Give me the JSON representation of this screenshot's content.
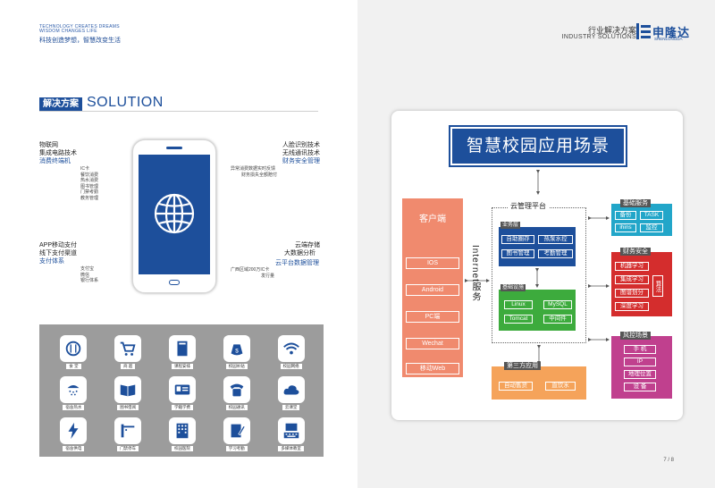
{
  "left_page": {
    "tagline_en_1": "TECHNOLOGY CREATES DREAMS",
    "tagline_en_2": "WISDOM CHANGES LIFE",
    "tagline_cn": "科技创造梦想，智慧改变生活",
    "section_tag": "解决方案",
    "section_word": "SOLUTION",
    "features": {
      "top_left": {
        "lines": [
          "物联网",
          "集成电路技术"
        ],
        "highlight": "消费终端机",
        "subs": [
          "IC卡",
          "餐饮消费",
          "热水消费",
          "图书管理",
          "门禁考勤",
          "教务管理"
        ]
      },
      "bottom_left": {
        "lines": [
          "APP移动支付",
          "线下支付渠道"
        ],
        "highlight": "支付体系",
        "subs": [
          "支付宝",
          "微信",
          "银行体系"
        ]
      },
      "top_right": {
        "lines": [
          "人脸识别技术",
          "无线通讯技术"
        ],
        "highlight": "财务安全管理",
        "subs": [
          "异常消费数据实时反馈",
          "财务损失全额赔付"
        ]
      },
      "bottom_right": {
        "lines": [
          "云端存储",
          "大数据分析"
        ],
        "highlight": "云平台数据管理",
        "subs": [
          "广西区域200万IC卡",
          "发行量"
        ]
      }
    },
    "icons": [
      {
        "name": "food-icon",
        "label": "食 堂"
      },
      {
        "name": "cart-icon",
        "label": "商 超"
      },
      {
        "name": "book-icon",
        "label": "课程安排"
      },
      {
        "name": "moneybag-icon",
        "label": "校园补贴"
      },
      {
        "name": "wifi-icon",
        "label": "校园网络"
      },
      {
        "name": "shower-icon",
        "label": "宿舍热水"
      },
      {
        "name": "open-book-icon",
        "label": "图书借阅"
      },
      {
        "name": "id-card-icon",
        "label": "学籍学费"
      },
      {
        "name": "phone-icon",
        "label": "校园通讯"
      },
      {
        "name": "cloud-icon",
        "label": "云课堂"
      },
      {
        "name": "lightning-icon",
        "label": "宿舍供电"
      },
      {
        "name": "gate-icon",
        "label": "门禁停车"
      },
      {
        "name": "building-icon",
        "label": "校园医院"
      },
      {
        "name": "pen-icon",
        "label": "学习考勤"
      },
      {
        "name": "keyboard-icon",
        "label": "多媒体教室"
      }
    ]
  },
  "right_page": {
    "header_cn": "行业解决方案",
    "header_en": "INDUSTRY SOLUTIONS",
    "logo_text": "申隆达",
    "logo_sub": "SHENLONGDA",
    "diagram": {
      "title": "智慧校园应用场景",
      "client": {
        "heading": "客户端",
        "items": [
          "IOS",
          "Android",
          "PC端",
          "Wechat",
          "移动Web"
        ]
      },
      "internet_label": "Internet服务",
      "cloud_label": "云管理平台",
      "business": {
        "label": "业务层",
        "items": [
          "自助圈存",
          "热泵水控",
          "图书管理",
          "考勤管理"
        ]
      },
      "infra": {
        "label": "基础设施",
        "items": [
          "Linux",
          "MySQL",
          "Tomcat",
          "中间件"
        ]
      },
      "third_party": {
        "label": "第三方应用",
        "items": [
          "自动售货",
          "直饮水"
        ]
      },
      "basic_services": {
        "label": "基础服务",
        "items": [
          "备份",
          "TASK",
          "ihins",
          "监控"
        ]
      },
      "finance": {
        "label": "财务安全",
        "items": [
          "机器学习",
          "集成学习",
          "图谱划分",
          "深度学习"
        ],
        "side": "算法"
      },
      "risk": {
        "label": "风控场景",
        "items": [
          "手 机",
          "IP",
          "地理位置",
          "设 备"
        ]
      }
    },
    "page_number": "7 / 8"
  },
  "colors": {
    "brand_blue": "#1d4f9b",
    "client_orange": "#f08a6e",
    "infra_green": "#3dab3d",
    "third_orange": "#f5a35a",
    "basic_teal": "#22a6c9",
    "finance_red": "#d42d2d",
    "risk_pink": "#c0408e"
  }
}
